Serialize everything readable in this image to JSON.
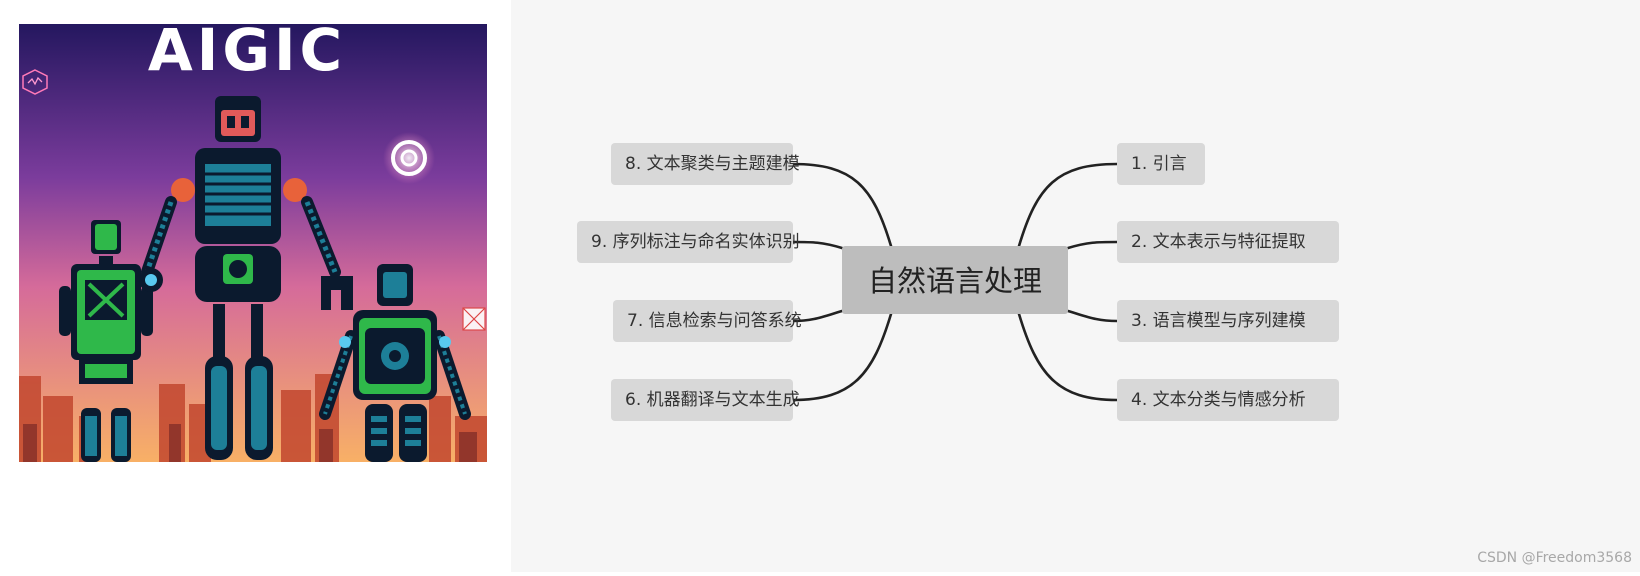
{
  "illustration": {
    "title": "AIGIC",
    "icons": [
      "logo-badge-icon",
      "target-icon",
      "broken-image-icon"
    ],
    "colors": {
      "sky_top": "#2b1a6b",
      "sky_mid": "#b0509a",
      "sky_bottom": "#f7a35a",
      "robot_dark": "#0b1a2e",
      "robot_teal": "#1d7f98",
      "robot_green": "#2fb84a",
      "robot_orange": "#e8623a"
    }
  },
  "mindmap": {
    "center": "自然语言处理",
    "right_branches": [
      {
        "label": "1. 引言"
      },
      {
        "label": "2. 文本表示与特征提取"
      },
      {
        "label": "3. 语言模型与序列建模"
      },
      {
        "label": "4. 文本分类与情感分析"
      }
    ],
    "left_branches": [
      {
        "label": "8. 文本聚类与主题建模"
      },
      {
        "label": "9. 序列标注与命名实体识别"
      },
      {
        "label": "7. 信息检索与问答系统"
      },
      {
        "label": "6. 机器翻译与文本生成"
      }
    ],
    "colors": {
      "background": "#f6f6f6",
      "node_fill": "#d8d8d8",
      "center_fill": "#bdbdbd",
      "edge": "#222222"
    }
  },
  "watermark": "CSDN @Freedom3568"
}
